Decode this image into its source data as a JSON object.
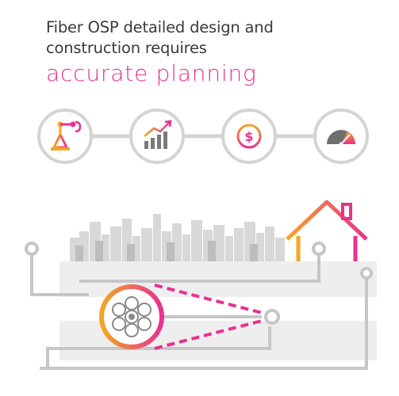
{
  "headline": {
    "line1": "Fiber OSP detailed design and",
    "line2": "construction requires",
    "accent": "accurate planning"
  },
  "icons": [
    {
      "name": "robot-arm-icon"
    },
    {
      "name": "growth-chart-icon"
    },
    {
      "name": "dollar-icon"
    },
    {
      "name": "gauge-icon"
    }
  ],
  "colors": {
    "text": "#3a3a3a",
    "accent_pink": "#e8318f",
    "accent_orange": "#f5a623",
    "gray_line": "#c8c8c8",
    "gray_light": "#e9e9e9"
  }
}
